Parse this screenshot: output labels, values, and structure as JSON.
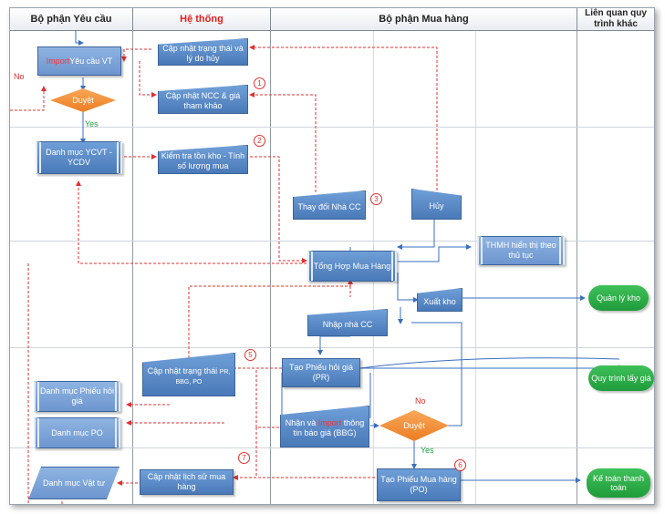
{
  "lanes": {
    "requester": "Bộ phận Yêu cầu",
    "system": "Hệ thống",
    "purchasing": "Bộ phận Mua hàng",
    "related": "Liên quan quy trình khác"
  },
  "nodes": {
    "import_req": {
      "prefix": "Import",
      "text": " Yêu cầu VT"
    },
    "approve1": "Duyệt",
    "no1": "No",
    "yes1": "Yes",
    "update_status_reason": "Cập nhật trạng thái và lý do hủy",
    "update_supplier_price": "Cập nhật NCC & giá tham khảo",
    "catalog_ycvt": "Danh mục YCVT - YCDV",
    "check_stock": "Kiểm tra tồn kho - Tính số lượng mua",
    "change_supplier": "Thay đổi Nhà CC",
    "cancel": "Hủy",
    "summary": "Tổng Hợp Mua Hàng",
    "thmh_show": "THMH hiển thị theo thủ tục",
    "export_stock": "Xuất kho",
    "warehouse": "Quản lý kho",
    "enter_supplier": "Nhập nhà CC",
    "create_pr": "Tạo Phiếu hỏi giá (PR)",
    "price_process": "Quy trình lấy giá",
    "update_status_pr": {
      "main": "Cập nhật trạng thái",
      "small1": "PR,",
      "small2": "BBG, PO"
    },
    "catalog_pr": "Danh mục Phiếu hỏi giá",
    "catalog_po": "Danh mục PO",
    "receive_import": {
      "before": "Nhận và ",
      "import": "Import",
      "after": " thông tin báo giá (BBG)"
    },
    "approve2": "Duyệt",
    "no2": "No",
    "yes2": "Yes",
    "catalog_material": "Danh mục Vật tư",
    "update_history": "Cập nhật lịch sử mua hàng",
    "create_po": "Tạo Phiếu Mua hàng (PO)",
    "accounting": "Kế toán thanh toán"
  },
  "steps": [
    "1",
    "2",
    "3",
    "5",
    "7",
    "6"
  ]
}
